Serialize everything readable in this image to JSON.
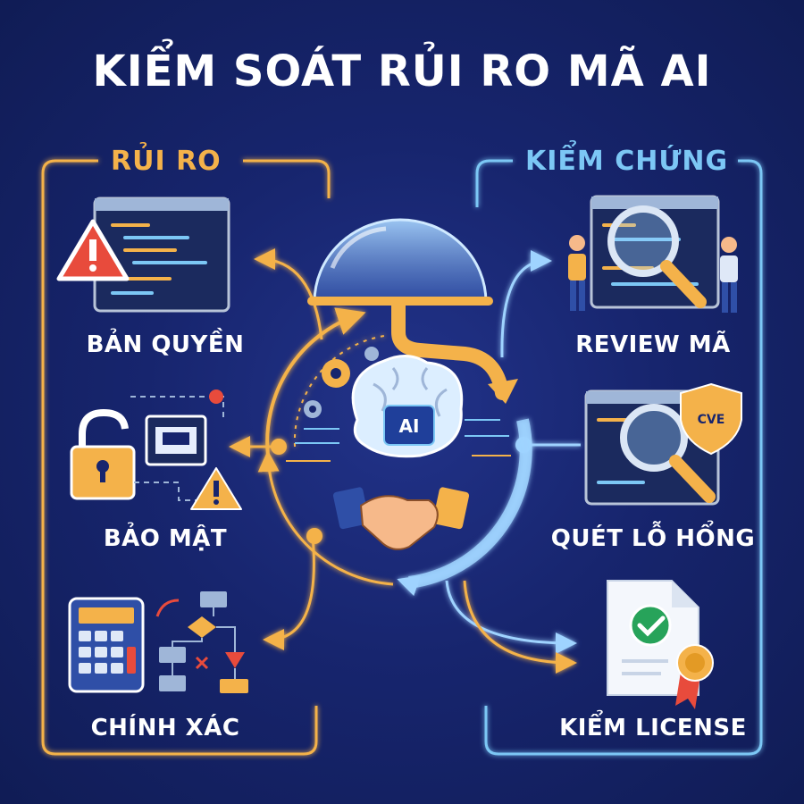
{
  "title": "KIỂM SOÁT RỦI RO MÃ AI",
  "risk": {
    "title": "RỦI RO",
    "items": [
      {
        "label": "BẢN QUYỀN"
      },
      {
        "label": "BẢO MẬT"
      },
      {
        "label": "CHÍNH XÁC"
      }
    ]
  },
  "verify": {
    "title": "KIỂM CHỨNG",
    "items": [
      {
        "label": "REVIEW MÃ"
      },
      {
        "label": "QUÉT LỖ HỔNG"
      },
      {
        "label": "KIỂM LICENSE"
      }
    ]
  },
  "center": {
    "chip_label": "AI",
    "cve_badge": "CVE"
  },
  "colors": {
    "background": "#17256e",
    "risk_accent": "#f4b24a",
    "verify_accent": "#7cc7f5",
    "warning": "#e84b3c"
  }
}
